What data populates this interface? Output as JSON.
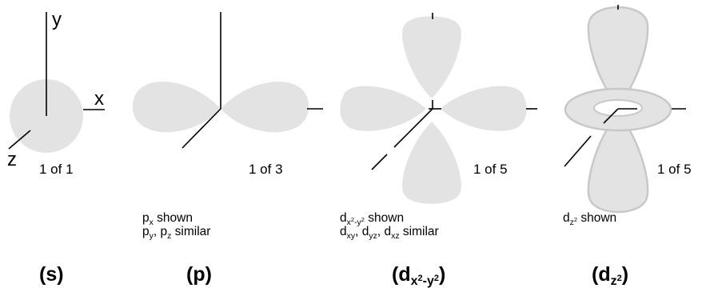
{
  "axis_labels": {
    "y": "y",
    "x": "x",
    "z": "z"
  },
  "s": {
    "count": "1 of 1",
    "caption": "s"
  },
  "p": {
    "count": "1 of 3",
    "caption": "p",
    "shown_note": {
      "base": "p",
      "sub": "x",
      "text": " shown"
    },
    "similar_note": {
      "a_base": "p",
      "a_sub": "y",
      "sep": ", ",
      "b_base": "p",
      "b_sub": "z",
      "text": " similar"
    }
  },
  "dx2y2": {
    "count": "1 of 5",
    "caption_base": "d",
    "caption_sub": "x",
    "caption_sub_sup": "2",
    "caption_mid": "-y",
    "caption_sub_sup2": "2",
    "shown_note": {
      "base": "d",
      "sub": "x",
      "sup1": "2",
      "mid": "-y",
      "sup2": "2",
      "text": " shown"
    },
    "similar_note": {
      "a_base": "d",
      "a_sub": "xy",
      "sep1": ", ",
      "b_base": "d",
      "b_sub": "yz",
      "sep2": ", ",
      "c_base": "d",
      "c_sub": "xz",
      "text": " similar"
    }
  },
  "dz2": {
    "count": "1 of 5",
    "caption_base": "d",
    "caption_sub": "z",
    "caption_sup": "2",
    "shown_note": {
      "base": "d",
      "sub": "z",
      "sup": "2",
      "text": " shown"
    }
  },
  "colors": {
    "lobe_fill": "#e3e3e3",
    "lobe_outline": "#c8c8c8",
    "axis": "#000000"
  }
}
